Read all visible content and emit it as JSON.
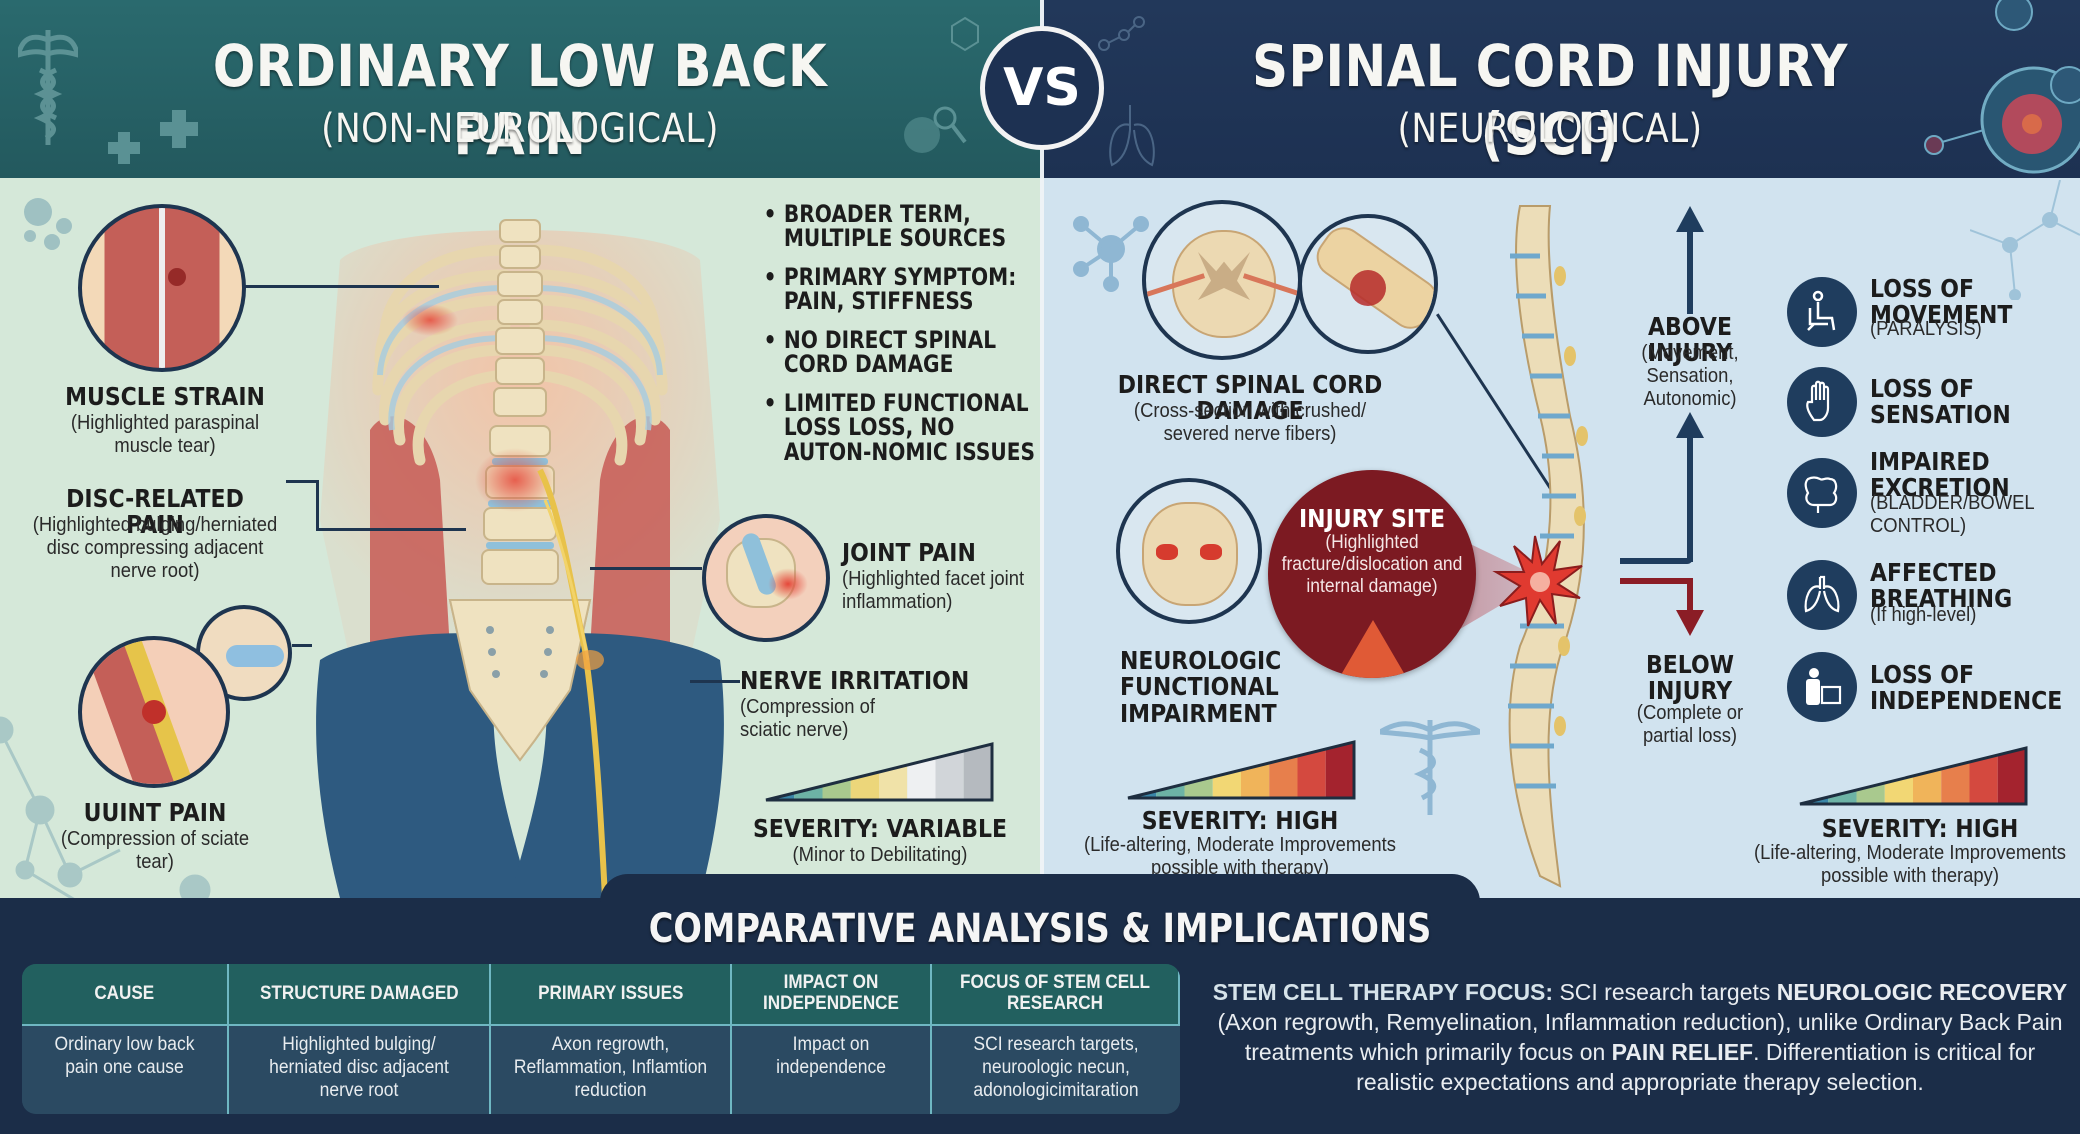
{
  "header": {
    "left_title": "ORDINARY LOW BACK PAIN",
    "left_subtitle": "(NON-NEUROLOGICAL)",
    "vs_label": "VS",
    "right_title": "SPINAL CORD INJURY (SCI)",
    "right_subtitle": "(NEUROLOGICAL)"
  },
  "left_panel": {
    "callouts": [
      {
        "title": "MUSCLE STRAIN",
        "desc": "(Highlighted paraspinal muscle tear)"
      },
      {
        "title": "DISC-RELATED PAIN",
        "desc": "(Highlighted bulging/herniated disc compressing adjacent nerve root)"
      },
      {
        "title": "UUINT PAIN",
        "desc": "(Compression of sciate tear)"
      },
      {
        "title": "JOINT PAIN",
        "desc": "(Highlighted facet joint inflammation)"
      },
      {
        "title": "NERVE IRRITATION",
        "desc": "(Compression of sciatic nerve)"
      }
    ],
    "bullets": [
      "BROADER TERM, MULTIPLE SOURCES",
      "PRIMARY SYMPTOM: PAIN, STIFFNESS",
      "NO DIRECT SPINAL CORD DAMAGE",
      "LIMITED FUNCTIONAL LOSS LOSS, NO AUTON-NOMIC ISSUES"
    ],
    "severity": {
      "title": "SEVERITY: VARIABLE",
      "desc": "(Minor to Debilitating)",
      "colors": [
        "#3a86a8",
        "#6db3a6",
        "#a9c98e",
        "#ecd67a",
        "#f0e2a8",
        "#eef0f2",
        "#d1d5d9",
        "#b5babf"
      ]
    }
  },
  "right_panel": {
    "damage": {
      "title": "DIRECT SPINAL CORD DAMAGE",
      "desc": "(Cross-section with crushed/ severed nerve fibers)"
    },
    "impairment": {
      "title": "NEUROLOGIC FUNCTIONAL IMPAIRMENT"
    },
    "injury_site": {
      "title": "INJURY SITE",
      "desc": "(Highlighted fracture/dislocation and internal damage)"
    },
    "above": {
      "title": "ABOVE INJURY",
      "desc": "(Movement, Sensation, Autonomic)"
    },
    "below": {
      "title": "BELOW INJURY",
      "desc": "(Complete or partial loss)"
    },
    "effects": [
      {
        "icon": "wheelchair-icon",
        "title": "LOSS OF MOVEMENT",
        "desc": "(PARALYSIS)"
      },
      {
        "icon": "hand-icon",
        "title": "LOSS OF SENSATION",
        "desc": ""
      },
      {
        "icon": "intestine-icon",
        "title": "IMPAIRED EXCRETION",
        "desc": "(BLADDER/BOWEL CONTROL)"
      },
      {
        "icon": "lungs-icon",
        "title": "AFFECTED BREATHING",
        "desc": "(If high-level)"
      },
      {
        "icon": "caregiver-icon",
        "title": "LOSS OF INDEPENDENCE",
        "desc": ""
      }
    ],
    "severity_center": {
      "title": "SEVERITY: HIGH",
      "desc": "(Life-altering, Moderate Improvements possible with therapy)",
      "colors": [
        "#3a86a8",
        "#6db3a6",
        "#a9c98e",
        "#f2d774",
        "#f0b45a",
        "#e77f4c",
        "#d4493f",
        "#a4232e"
      ]
    },
    "severity_right": {
      "title": "SEVERITY: HIGH",
      "desc": "(Life-altering, Moderate Improvements possible with therapy)",
      "colors": [
        "#3a86a8",
        "#6db3a6",
        "#a9c98e",
        "#f2d774",
        "#f0b45a",
        "#e77f4c",
        "#d4493f",
        "#a4232e"
      ]
    }
  },
  "comparison": {
    "title": "COMPARATIVE ANALYSIS & IMPLICATIONS",
    "headers": [
      "CAUSE",
      "STRUCTURE DAMAGED",
      "PRIMARY ISSUES",
      "IMPACT ON INDEPENDENCE",
      "FOCUS OF STEM CELL RESEARCH"
    ],
    "row": [
      "Ordinary low back pain one cause",
      "Highlighted bulging/ herniated disc adjacent nerve root",
      "Axon regrowth, Reflammation, Inflamtion reduction",
      "Impact on independence",
      "SCI research targets, neuroologic necun, adonologicimitaration"
    ],
    "stem_focus": {
      "lead": "STEM CELL THERAPY FOCUS:",
      "part1": " SCI research targets ",
      "bold1": "NEUROLOGIC RECOVERY",
      "part2": " (Axon regrowth, Remyelination, Inflammation reduction), unlike Ordinary Back Pain treatments which primarily focus on ",
      "bold2": "PAIN RELIEF",
      "part3": ". Differentiation is critical for realistic expectations and appropriate therapy selection."
    }
  },
  "colors": {
    "left_header": "#26616a",
    "right_header": "#1f3455",
    "left_panel": "#d5e8d9",
    "right_panel": "#d1e3ef",
    "bottom": "#1b2d48",
    "injury_red": "#7c1a22"
  }
}
